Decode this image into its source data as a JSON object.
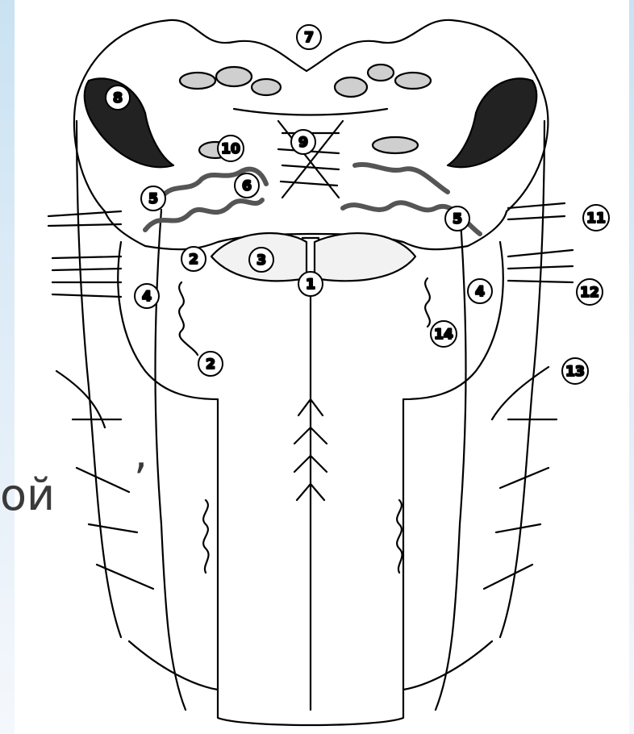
{
  "slide": {
    "text_fragment": "ой",
    "comma": ","
  },
  "diagram": {
    "labels": [
      "1",
      "2",
      "2",
      "3",
      "4",
      "4",
      "5",
      "5",
      "6",
      "7",
      "8",
      "9",
      "10",
      "11",
      "12",
      "13",
      "14"
    ],
    "colors": {
      "line": "#000000",
      "background": "#ffffff",
      "slide_bg": "#d6e9f5"
    }
  }
}
